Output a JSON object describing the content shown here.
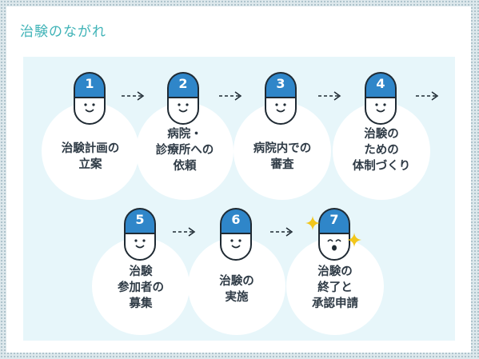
{
  "title": "治験のながれ",
  "colors": {
    "accent": "#3fb3b7",
    "capsule": "#2f86c9",
    "panel": "#e7f6fa",
    "sparkle": "#f2c61b"
  },
  "steps": [
    {
      "number": "1",
      "label": "治験計画の\n立案"
    },
    {
      "number": "2",
      "label": "病院・\n診療所への\n依頼"
    },
    {
      "number": "3",
      "label": "病院内での\n審査"
    },
    {
      "number": "4",
      "label": "治験の\nための\n体制づくり"
    },
    {
      "number": "5",
      "label": "治験\n参加者の\n募集"
    },
    {
      "number": "6",
      "label": "治験の\n実施"
    },
    {
      "number": "7",
      "label": "治験の\n終了と\n承認申請"
    }
  ]
}
